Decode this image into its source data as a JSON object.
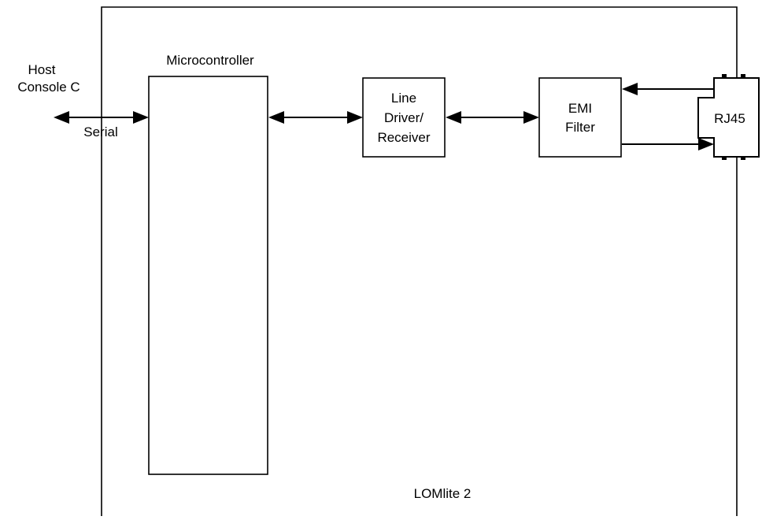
{
  "host": {
    "line1": "Host",
    "line2": "Console C",
    "link_label": "Serial"
  },
  "board": {
    "label": "LOMlite 2"
  },
  "microcontroller": {
    "label": "Microcontroller"
  },
  "line_driver": {
    "line1": "Line",
    "line2": "Driver/",
    "line3": "Receiver"
  },
  "emi_filter": {
    "line1": "EMI",
    "line2": "Filter"
  },
  "connector": {
    "label": "RJ45"
  }
}
